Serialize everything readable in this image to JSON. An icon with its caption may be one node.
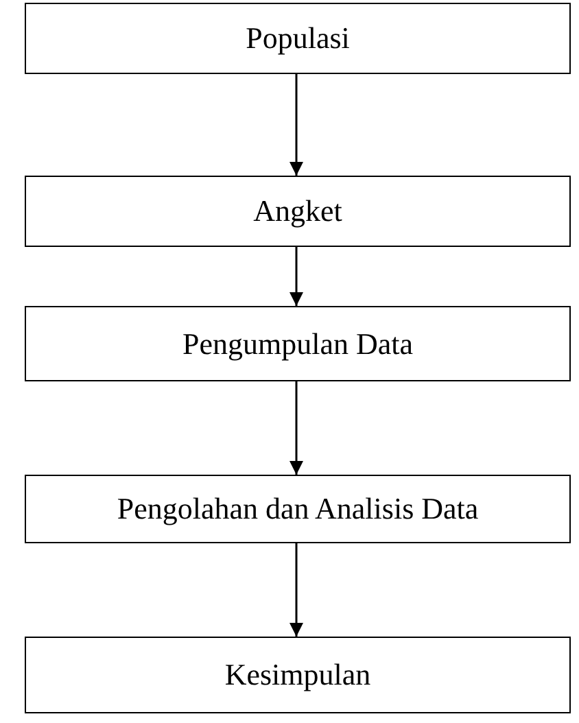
{
  "diagram": {
    "nodes": [
      {
        "text": [
          "Populasi"
        ]
      },
      {
        "text": [
          "Angket"
        ]
      },
      {
        "text": [
          "Pengumpulan Data"
        ]
      },
      {
        "text": [
          "Pengolahan dan Analisis Data"
        ]
      },
      {
        "text": [
          "Kesimpulan"
        ]
      }
    ],
    "edges": [
      {
        "from": 0,
        "to": 1,
        "arrow": "to"
      },
      {
        "from": 1,
        "to": 2,
        "arrow": "to"
      },
      {
        "from": 2,
        "to": 3,
        "arrow": "to"
      },
      {
        "from": 3,
        "to": 4,
        "arrow": "to"
      }
    ]
  }
}
